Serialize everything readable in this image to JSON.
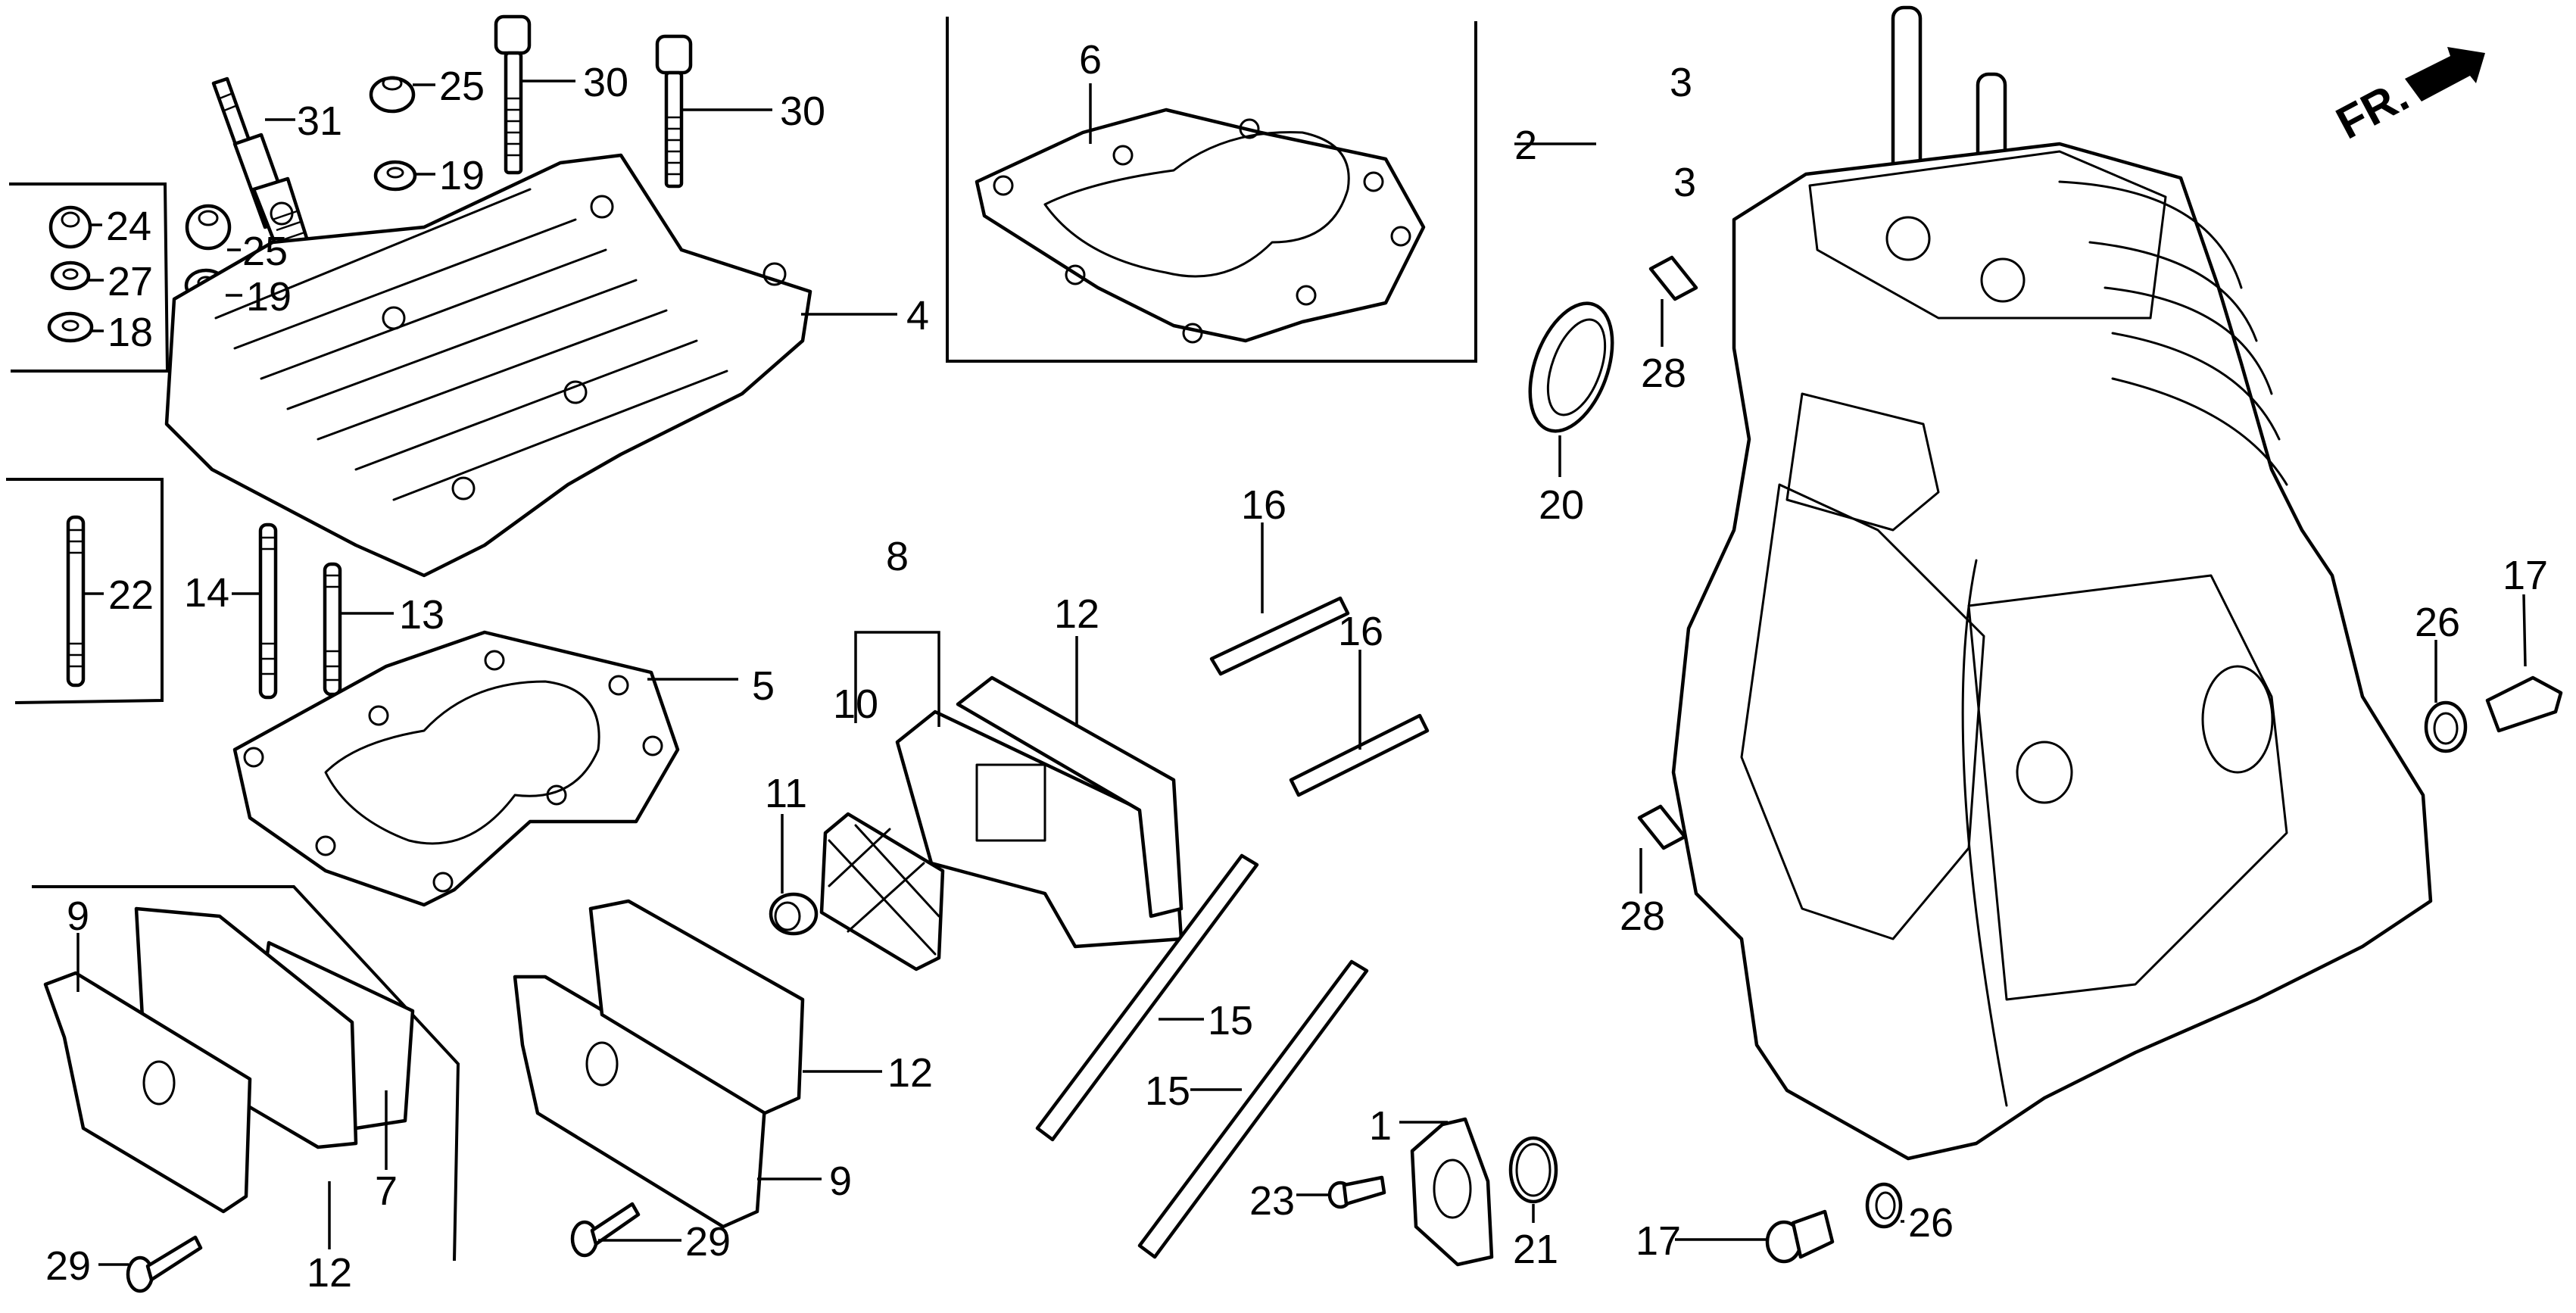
{
  "diagram": {
    "title": "Cylinder / Crankcase exploded parts diagram",
    "direction_indicator": {
      "text": "FR.",
      "icon": "front-direction-arrow-icon"
    },
    "callouts": [
      {
        "id": "c1",
        "label": "1",
        "part": "cover-plate"
      },
      {
        "id": "c2",
        "label": "2",
        "part": "crankcase-assembly"
      },
      {
        "id": "c3a",
        "label": "3",
        "part": "dowel-pipe"
      },
      {
        "id": "c3b",
        "label": "3",
        "part": "dowel-pipe"
      },
      {
        "id": "c4",
        "label": "4",
        "part": "cylinder-head"
      },
      {
        "id": "c5",
        "label": "5",
        "part": "head-gasket"
      },
      {
        "id": "c6",
        "label": "6",
        "part": "head-gasket-alt"
      },
      {
        "id": "c7",
        "label": "7",
        "part": "reed-valve-plate"
      },
      {
        "id": "c8",
        "label": "8",
        "part": "reed-valve-assembly"
      },
      {
        "id": "c9a",
        "label": "9",
        "part": "cover-gasket"
      },
      {
        "id": "c9b",
        "label": "9",
        "part": "cover-gasket"
      },
      {
        "id": "c10",
        "label": "10",
        "part": "filter-element"
      },
      {
        "id": "c11",
        "label": "11",
        "part": "collar"
      },
      {
        "id": "c12a",
        "label": "12",
        "part": "gasket"
      },
      {
        "id": "c12b",
        "label": "12",
        "part": "gasket"
      },
      {
        "id": "c12c",
        "label": "12",
        "part": "gasket"
      },
      {
        "id": "c13",
        "label": "13",
        "part": "stud-bolt"
      },
      {
        "id": "c14",
        "label": "14",
        "part": "stud-bolt"
      },
      {
        "id": "c15a",
        "label": "15",
        "part": "long-stud"
      },
      {
        "id": "c15b",
        "label": "15",
        "part": "long-stud"
      },
      {
        "id": "c16a",
        "label": "16",
        "part": "stud"
      },
      {
        "id": "c16b",
        "label": "16",
        "part": "stud"
      },
      {
        "id": "c17a",
        "label": "17",
        "part": "drain-bolt"
      },
      {
        "id": "c17b",
        "label": "17",
        "part": "drain-bolt"
      },
      {
        "id": "c18",
        "label": "18",
        "part": "washer"
      },
      {
        "id": "c19a",
        "label": "19",
        "part": "washer"
      },
      {
        "id": "c19b",
        "label": "19",
        "part": "washer"
      },
      {
        "id": "c20",
        "label": "20",
        "part": "oil-seal"
      },
      {
        "id": "c21",
        "label": "21",
        "part": "o-ring"
      },
      {
        "id": "c22",
        "label": "22",
        "part": "stud-bolt"
      },
      {
        "id": "c23",
        "label": "23",
        "part": "bolt"
      },
      {
        "id": "c24",
        "label": "24",
        "part": "cap-nut"
      },
      {
        "id": "c25a",
        "label": "25",
        "part": "cap-nut"
      },
      {
        "id": "c25b",
        "label": "25",
        "part": "cap-nut"
      },
      {
        "id": "c26a",
        "label": "26",
        "part": "sealing-washer"
      },
      {
        "id": "c26b",
        "label": "26",
        "part": "sealing-washer"
      },
      {
        "id": "c27",
        "label": "27",
        "part": "spring-washer"
      },
      {
        "id": "c28a",
        "label": "28",
        "part": "dowel-pin"
      },
      {
        "id": "c28b",
        "label": "28",
        "part": "dowel-pin"
      },
      {
        "id": "c29a",
        "label": "29",
        "part": "flange-bolt"
      },
      {
        "id": "c29b",
        "label": "29",
        "part": "flange-bolt"
      },
      {
        "id": "c30a",
        "label": "30",
        "part": "flange-bolt"
      },
      {
        "id": "c30b",
        "label": "30",
        "part": "flange-bolt"
      },
      {
        "id": "c31",
        "label": "31",
        "part": "spark-plug"
      }
    ]
  }
}
